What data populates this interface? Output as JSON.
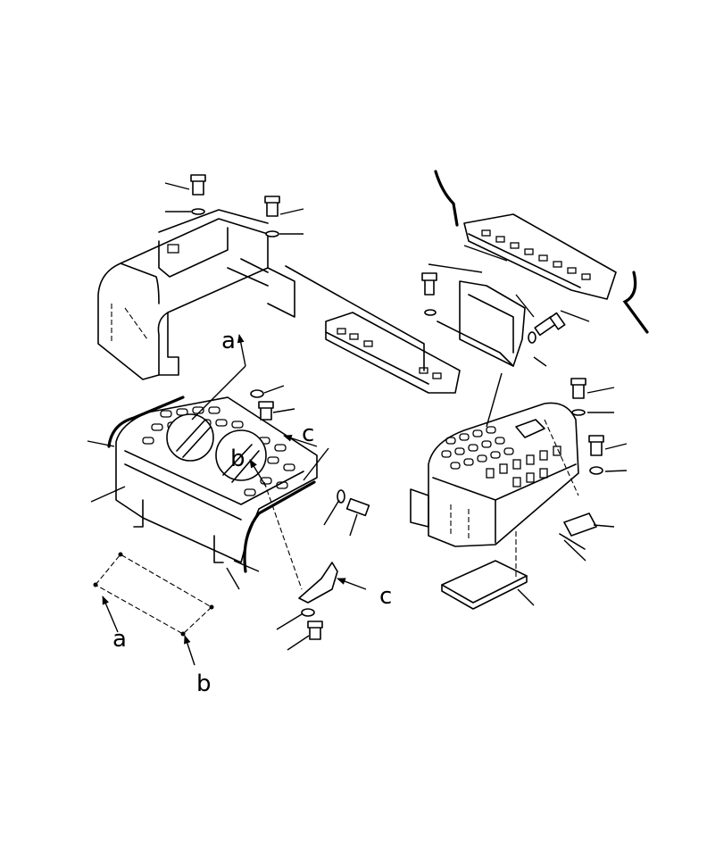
{
  "labels": {
    "a_top": "a",
    "a_bottom": "a",
    "b_callout": "b",
    "b_bottom": "b",
    "c_upper": "c",
    "c_lower": "c"
  },
  "colors": {
    "line": "#000000",
    "background": "#ffffff"
  }
}
